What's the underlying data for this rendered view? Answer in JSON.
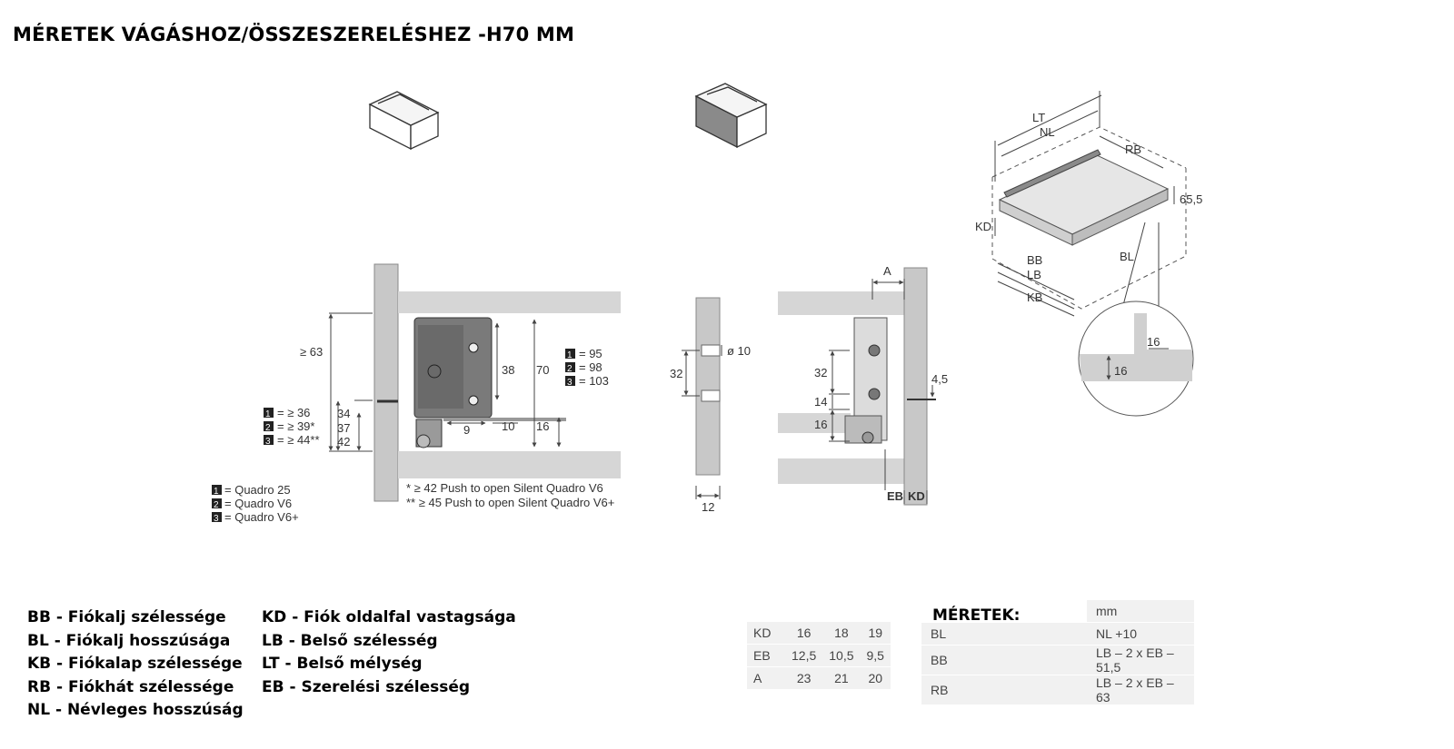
{
  "title": "MÉRETEK VÁGÁSHOZ/ÖSSZESZERELÉSHEZ -H70 MM",
  "side_view": {
    "dims": {
      "ge63": "≥ 63",
      "d34": "34",
      "d37": "37",
      "d42": "42",
      "d38": "38",
      "d70": "70",
      "d9": "9",
      "d10": "10",
      "d16": "16"
    },
    "box_labels": {
      "b1": "1",
      "b2": "2",
      "b3": "3"
    },
    "left_list": [
      "= ≥ 36",
      "= ≥ 39*",
      "= ≥ 44**"
    ],
    "right_list": [
      "= 95",
      "= 98",
      "= 103"
    ],
    "notes": [
      "*  ≥ 42 Push to open Silent Quadro V6",
      "** ≥ 45 Push to open Silent Quadro V6+"
    ],
    "variants": [
      "= Quadro 25",
      "= Quadro V6",
      "= Quadro V6+"
    ]
  },
  "front_view": {
    "dims": {
      "d10": "ø 10",
      "d32": "32",
      "d12": "12"
    }
  },
  "rail_view": {
    "dims": {
      "a": "A",
      "d32": "32",
      "d14": "14",
      "d16": "16",
      "d45": "4,5",
      "eb": "EB",
      "kd": "KD"
    }
  },
  "iso_view": {
    "labels": {
      "lt": "LT",
      "nl": "NL",
      "rb": "RB",
      "h": "65,5",
      "kd": "KD",
      "bb": "BB",
      "lb": "LB",
      "kb": "KB",
      "bl": "BL",
      "d16a": "16",
      "d16b": "16"
    }
  },
  "legend_left": [
    "BB - Fiókalj szélessége",
    "BL - Fiókalj hosszúsága",
    "KB - Fiókalap szélessége",
    "RB - Fiókhát szélessége",
    "NL - Névleges hosszúság"
  ],
  "legend_right": [
    "KD - Fiók oldalfal vastagsága",
    "LB -  Belső szélesség",
    "LT -  Belső mélység",
    "EB - Szerelési szélesség"
  ],
  "kd_table": {
    "rows": [
      {
        "label": "KD",
        "values": [
          "16",
          "18",
          "19"
        ]
      },
      {
        "label": "EB",
        "values": [
          "12,5",
          "10,5",
          "9,5"
        ]
      },
      {
        "label": "A",
        "values": [
          "23",
          "21",
          "20"
        ]
      }
    ]
  },
  "meretek": {
    "title": "MÉRETEK:",
    "unit": "mm",
    "rows": [
      {
        "label": "BL",
        "value": "NL +10"
      },
      {
        "label": "BB",
        "value": "LB – 2 x EB – 51,5"
      },
      {
        "label": "RB",
        "value": "LB – 2 x EB – 63"
      }
    ]
  }
}
